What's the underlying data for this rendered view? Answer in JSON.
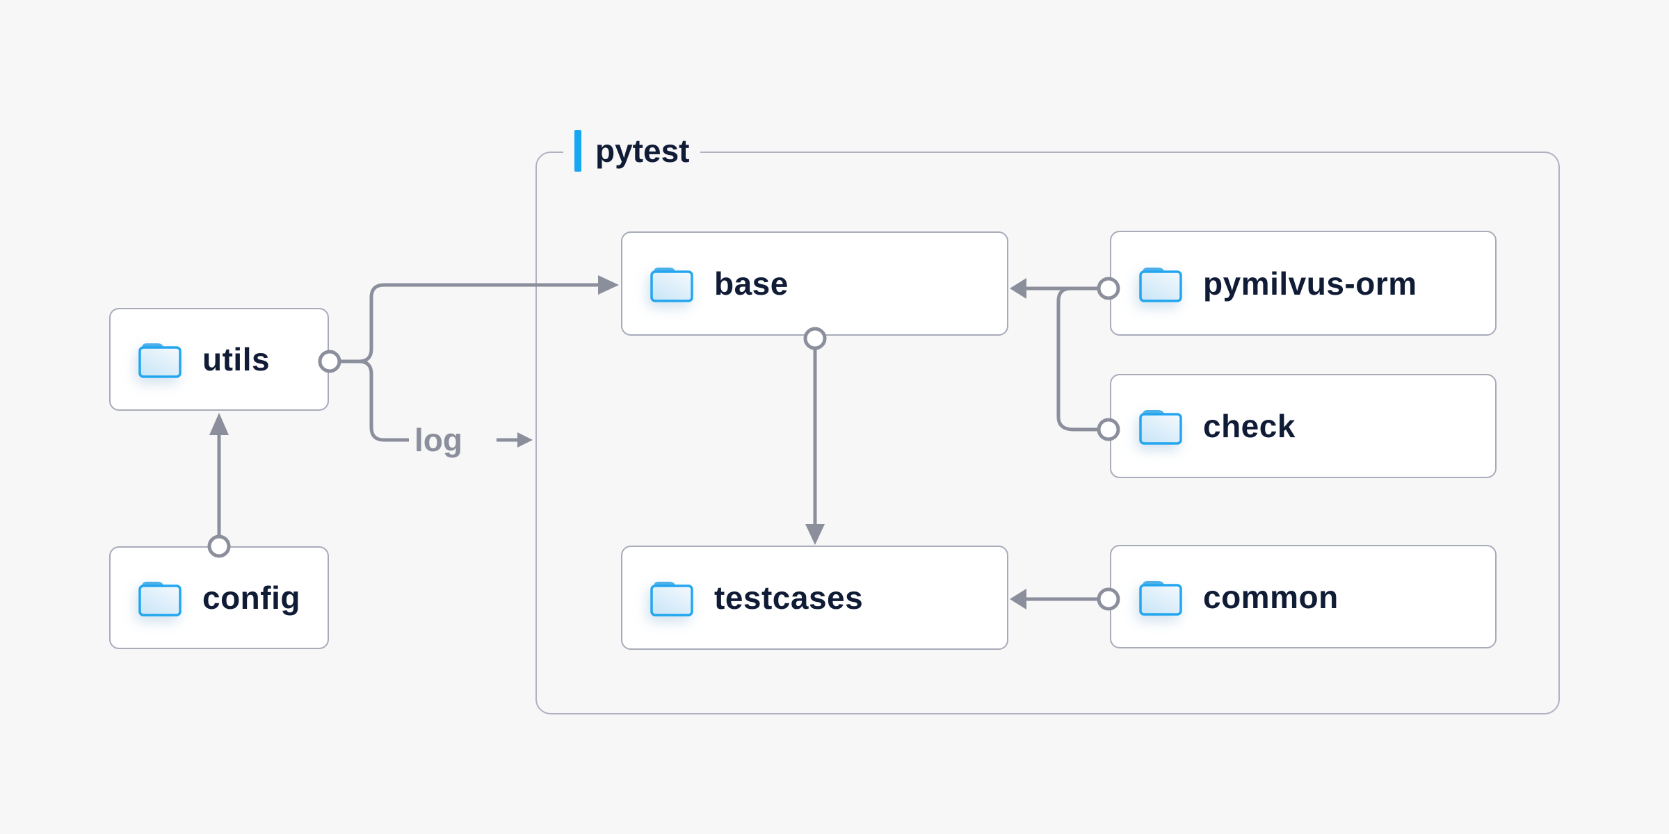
{
  "diagram": {
    "group_label": "pytest",
    "edge_label": "log",
    "nodes": {
      "utils": {
        "label": "utils"
      },
      "config": {
        "label": "config"
      },
      "base": {
        "label": "base"
      },
      "testcases": {
        "label": "testcases"
      },
      "pymilvus_orm": {
        "label": "pymilvus-orm"
      },
      "check": {
        "label": "check"
      },
      "common": {
        "label": "common"
      }
    },
    "edges": [
      {
        "from": "config",
        "to": "utils"
      },
      {
        "from": "utils",
        "to": "base"
      },
      {
        "from": "utils",
        "to": "log"
      },
      {
        "from": "pymilvus_orm",
        "to": "base"
      },
      {
        "from": "check",
        "to": "base"
      },
      {
        "from": "base",
        "to": "testcases"
      },
      {
        "from": "common",
        "to": "testcases"
      }
    ],
    "icons": {
      "node_icon": "folder-icon",
      "group_marker": "accent-bar"
    },
    "colors": {
      "background": "#f7f7f8",
      "node-bg": "#ffffff",
      "node-border": "#a8abb9",
      "container-border": "#b0b1c1",
      "line": "#8b8e9b",
      "text": "#101b36",
      "muted-text": "#8b8e9b",
      "accent-blue": "#16a6f2",
      "folder-stroke": "#23a6ef",
      "folder-tab": "#4cb1ea",
      "folder-fill-light": "#f2f8fd",
      "folder-fill-dark": "#c9e5f7"
    }
  }
}
